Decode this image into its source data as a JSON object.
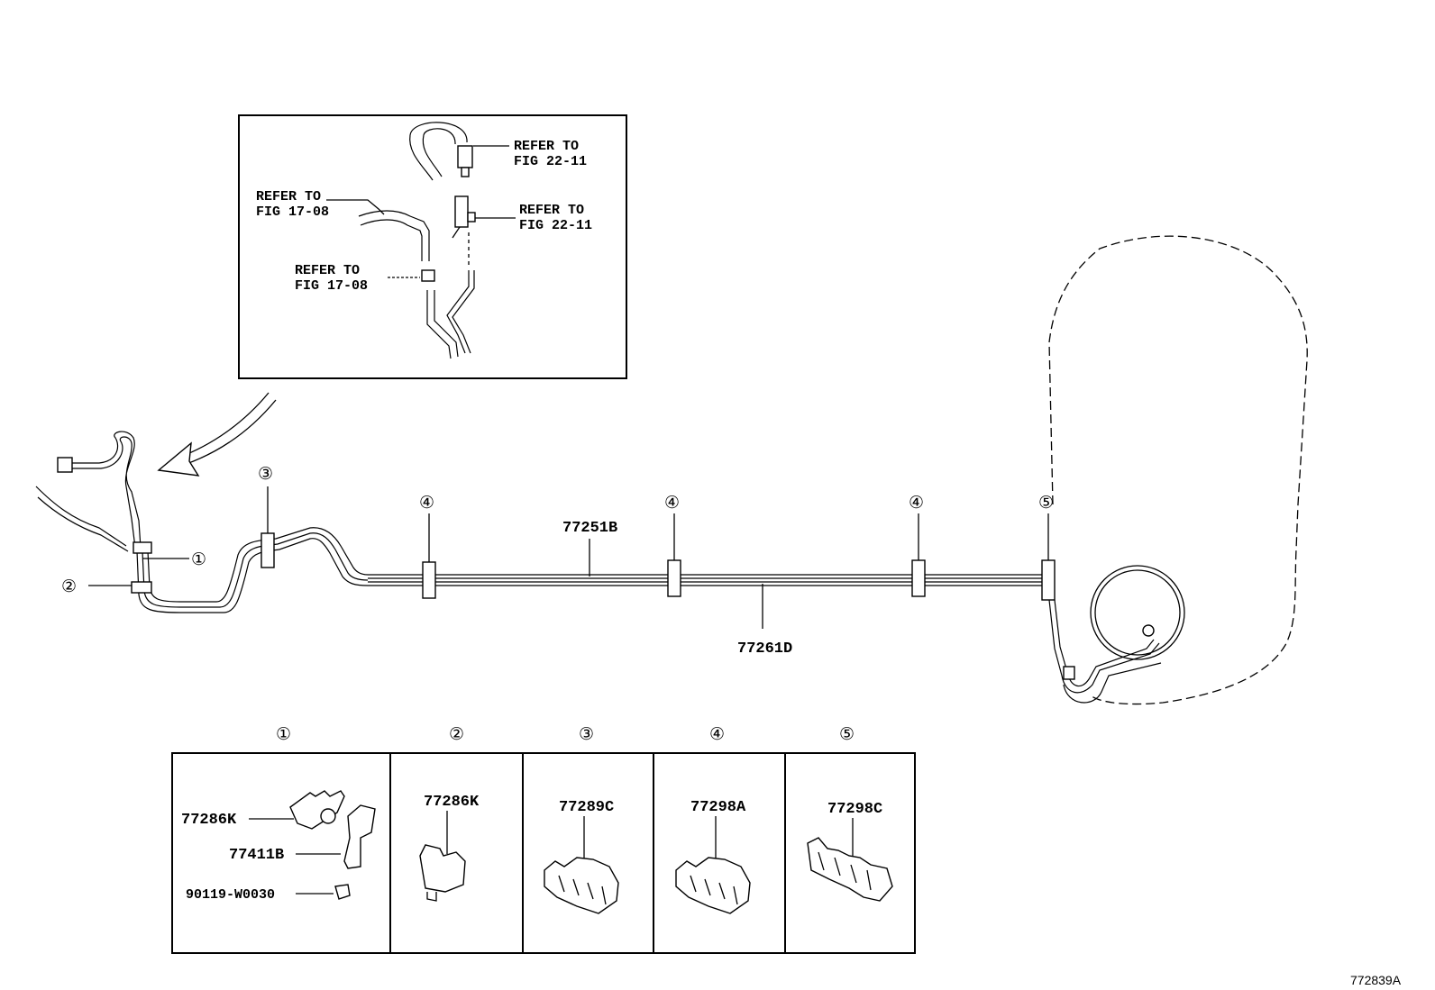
{
  "inset": {
    "refs": [
      {
        "line1": "REFER TO",
        "line2": "FIG 22-11"
      },
      {
        "line1": "REFER TO",
        "line2": "FIG 17-08"
      },
      {
        "line1": "REFER TO",
        "line2": "FIG 22-11"
      },
      {
        "line1": "REFER TO",
        "line2": "FIG 17-08"
      }
    ]
  },
  "main": {
    "callouts": [
      "①",
      "②",
      "③",
      "④",
      "④",
      "④",
      "⑤"
    ],
    "tube_labels": [
      "77251B",
      "77261D"
    ]
  },
  "parts_table": {
    "headers": [
      "①",
      "②",
      "③",
      "④",
      "⑤"
    ],
    "cell1": [
      "77286K",
      "77411B",
      "90119-W0030"
    ],
    "cell2": "77286K",
    "cell3": "77289C",
    "cell4": "77298A",
    "cell5": "77298C"
  },
  "figure_code": "772839A"
}
